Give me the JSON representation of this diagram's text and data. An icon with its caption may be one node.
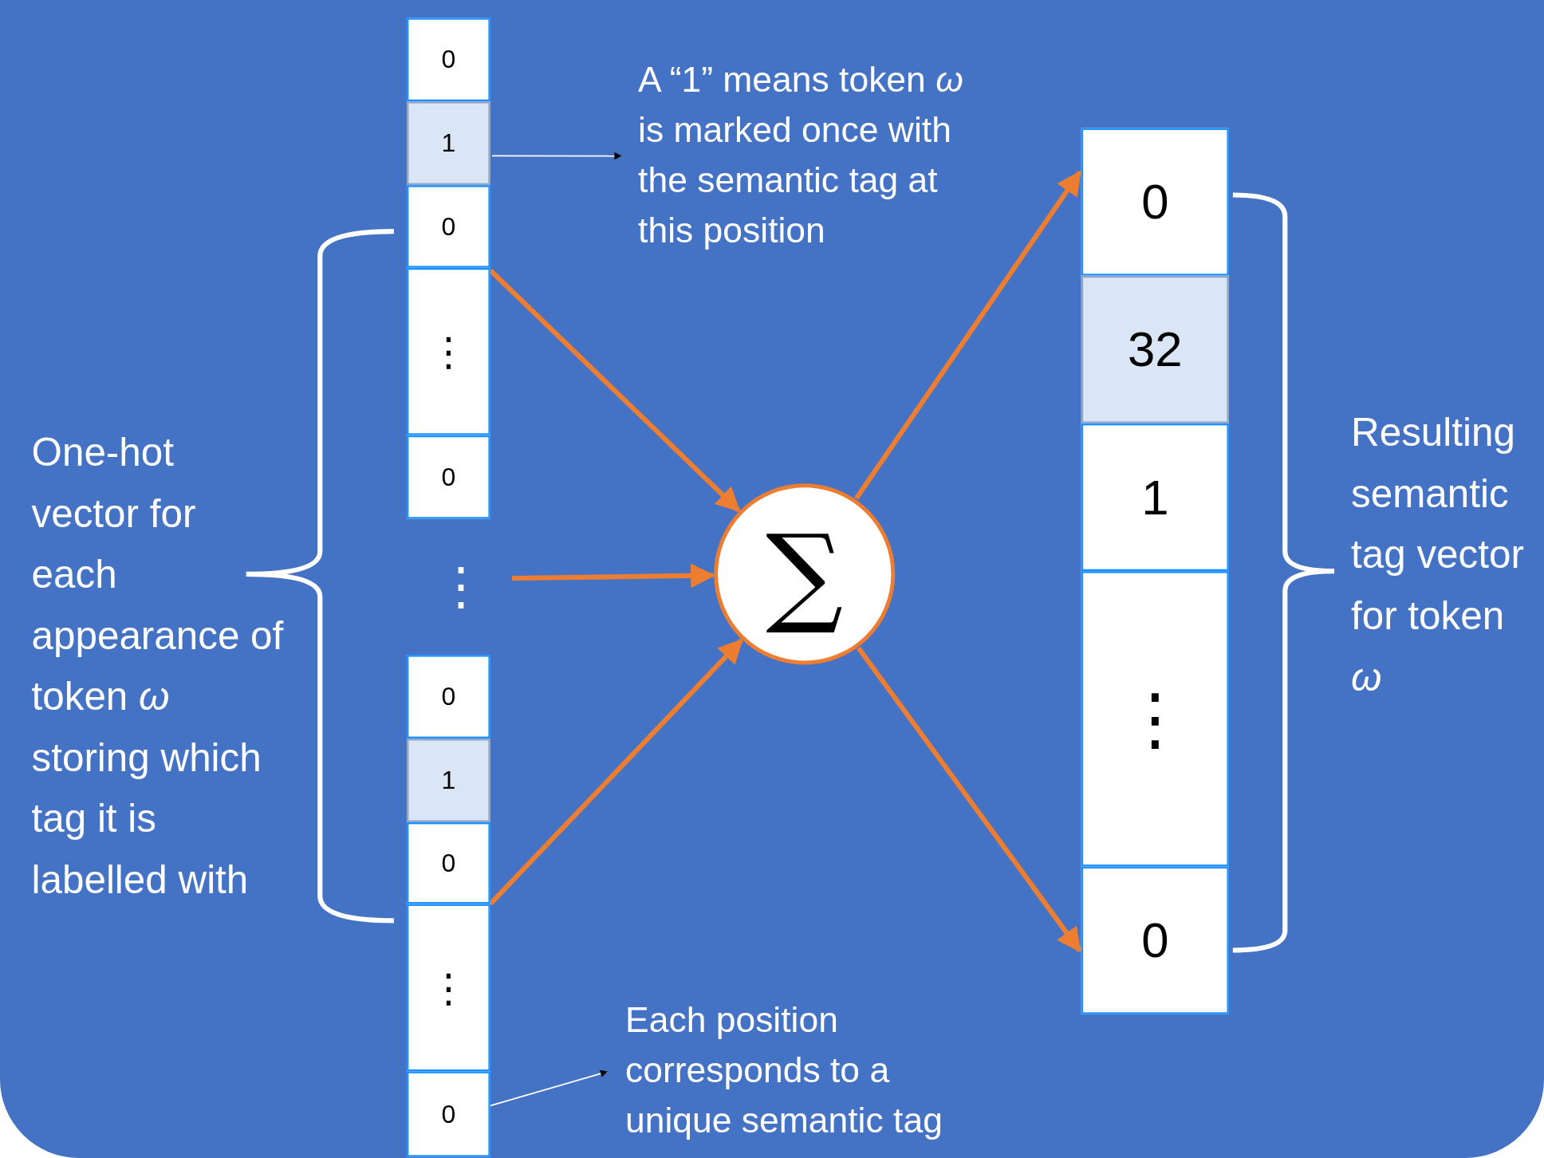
{
  "diagram": {
    "nodes": [
      {
        "text": [
          "0"
        ]
      },
      {
        "text": [
          "1"
        ]
      },
      {
        "text": [
          "0"
        ]
      },
      {
        "text": [
          "⋮"
        ]
      },
      {
        "text": [
          "0"
        ]
      },
      {
        "text": [
          "⋮"
        ]
      },
      {
        "text": [
          "0"
        ]
      },
      {
        "text": [
          "1"
        ]
      },
      {
        "text": [
          "0"
        ]
      },
      {
        "text": [
          "⋮"
        ]
      },
      {
        "text": [
          "0"
        ]
      },
      {
        "text": [
          "∑"
        ]
      },
      {
        "text": [
          "0"
        ]
      },
      {
        "text": [
          "32"
        ]
      },
      {
        "text": [
          "1"
        ]
      },
      {
        "text": [
          "⋮"
        ]
      },
      {
        "text": [
          "0"
        ]
      },
      {
        "text": [
          "A “1” means token *ω* is marked once with the semantic tag at this position"
        ]
      },
      {
        "text": [
          "Each position corresponds to a unique semantic tag"
        ]
      }
    ],
    "edges": [
      {
        "from": 2,
        "to": 11,
        "arrow": "to"
      },
      {
        "from": 5,
        "to": 11,
        "arrow": "to"
      },
      {
        "from": 8,
        "to": 11,
        "arrow": "to"
      },
      {
        "from": 11,
        "to": 12,
        "arrow": "to"
      },
      {
        "from": 11,
        "to": 16,
        "arrow": "to"
      },
      {
        "from": 1,
        "to": 17,
        "arrow": "to",
        "color": "#ffffff"
      },
      {
        "from": 10,
        "to": 18,
        "arrow": "to",
        "color": "#ffffff"
      }
    ],
    "labels": [
      "One-hot vector for each appearance of token *ω* storing which tag it is labelled with",
      "Resulting semantic tag vector for token *ω*"
    ]
  }
}
